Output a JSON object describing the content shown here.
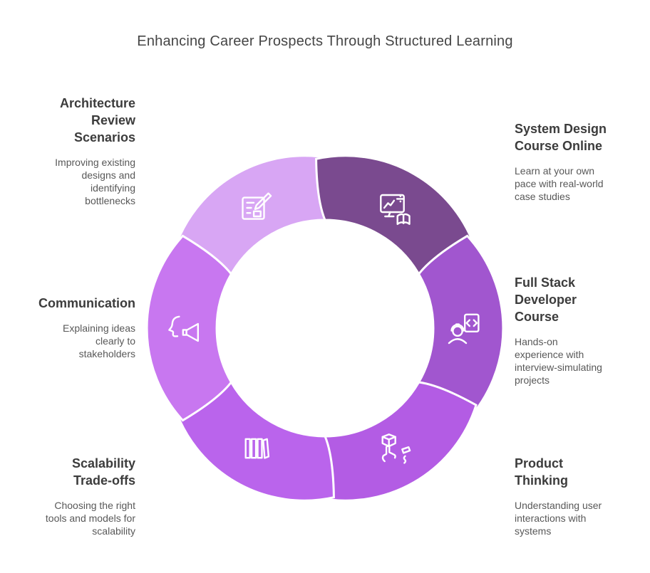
{
  "title": "Enhancing Career Prospects Through Structured Learning",
  "diagram": {
    "type": "cycle",
    "ring_color": "#4e3a55",
    "segments": [
      {
        "id": "architecture-review-scenarios",
        "label": "Architecture\nReview\nScenarios",
        "description": "Improving existing\ndesigns and\nidentifying\nbottlenecks",
        "color": "#d8a6f4",
        "icon": "blueprint-edit-icon",
        "position": "top-left"
      },
      {
        "id": "system-design-course-online",
        "label": "System Design\nCourse Online",
        "description": "Learn at your own\npace with real-world\ncase studies",
        "color": "#7a4a8f",
        "icon": "online-course-icon",
        "position": "top-right"
      },
      {
        "id": "full-stack-developer-course",
        "label": "Full Stack\nDeveloper\nCourse",
        "description": "Hands-on\nexperience with\ninterview-simulating\nprojects",
        "color": "#a156cf",
        "icon": "developer-code-icon",
        "position": "right"
      },
      {
        "id": "product-thinking",
        "label": "Product\nThinking",
        "description": "Understanding user\ninteractions with\nsystems",
        "color": "#b35ce4",
        "icon": "cube-interaction-icon",
        "position": "bottom-right"
      },
      {
        "id": "scalability-trade-offs",
        "label": "Scalability\nTrade-offs",
        "description": "Choosing the right\ntools and models for\nscalability",
        "color": "#ba64ec",
        "icon": "library-books-icon",
        "position": "bottom-left"
      },
      {
        "id": "communication",
        "label": "Communication",
        "description": "Explaining ideas\nclearly to\nstakeholders",
        "color": "#c877f0",
        "icon": "megaphone-face-icon",
        "position": "left"
      }
    ]
  }
}
